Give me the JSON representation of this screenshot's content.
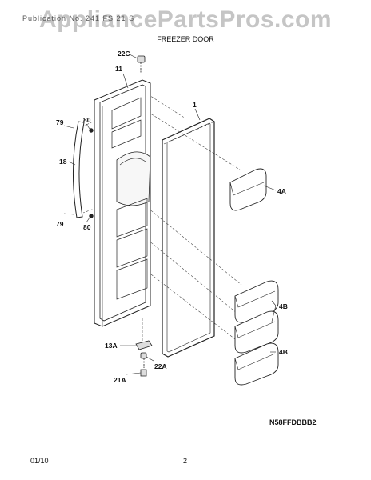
{
  "header": {
    "watermark": "AppliancePartsPros.com",
    "subhead": "Publication No. 241  FS 21  S",
    "title": "FREEZER DOOR"
  },
  "parts": {
    "p22c": "22C",
    "p11": "11",
    "p1": "1",
    "p79_top": "79",
    "p80_top": "80",
    "p18": "18",
    "p79_bot": "79",
    "p80_bot": "80",
    "p4a": "4A",
    "p4b_1": "4B",
    "p4b_2": "4B",
    "p13a": "13A",
    "p22a": "22A",
    "p21a": "21A"
  },
  "model_code": "N58FFDBBB2",
  "footer": {
    "date": "01/10",
    "page": "2"
  }
}
